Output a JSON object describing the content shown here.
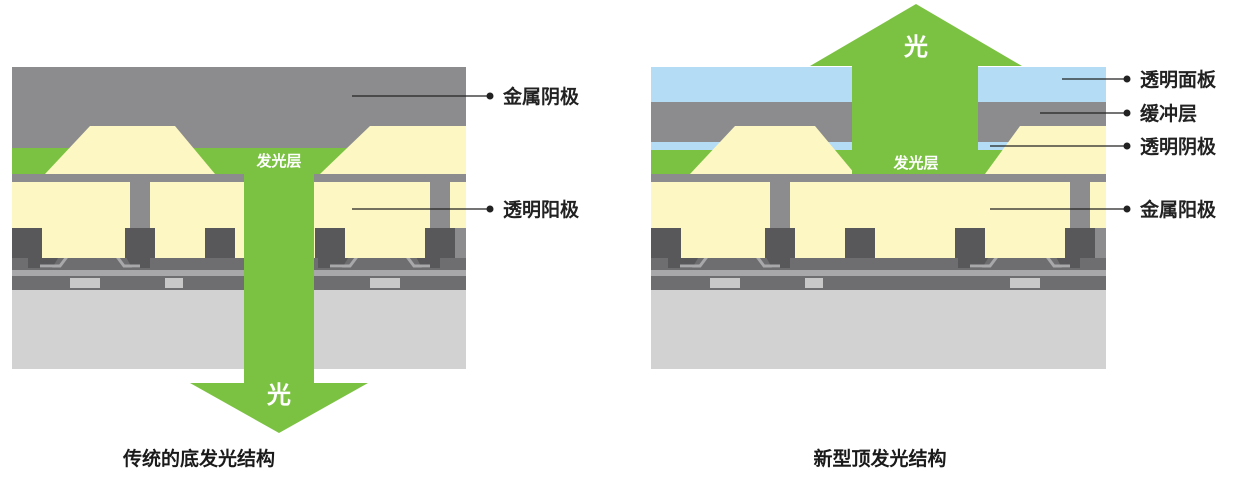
{
  "left_diagram": {
    "caption": "传统的底发光结构",
    "labels": {
      "top": "金属阴极",
      "bottom": "透明阳极"
    },
    "emissive_layer": "发光层",
    "arrow_text": "光"
  },
  "right_diagram": {
    "caption": "新型顶发光结构",
    "labels": {
      "l1": "透明面板",
      "l2": "缓冲层",
      "l3": "透明阴极",
      "l4": "金属阳极"
    },
    "emissive_layer": "发光层",
    "arrow_text": "光"
  },
  "colors": {
    "metal_gray": "#8c8c8e",
    "dark_gray": "#58585a",
    "substrate": "#d2d2d2",
    "anode_yellow": "#fdf7c3",
    "emissive_green": "#7cc242",
    "glass_blue": "#b5dcf5",
    "arrow_green": "#7cc242"
  }
}
